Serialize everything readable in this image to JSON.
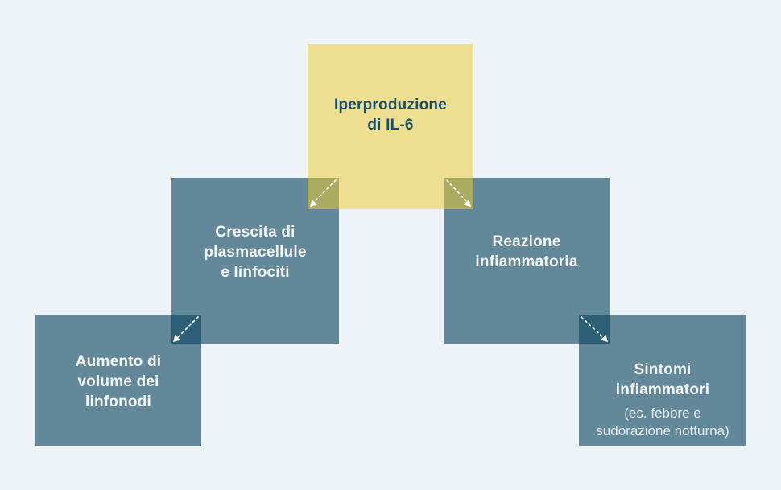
{
  "diagram": {
    "background_color": "#edf3f7",
    "accent_yellow": "#ede08d",
    "accent_teal": "#64889a",
    "overlap_olive": "#abac62",
    "overlap_dark_teal": "#2e5e74",
    "title_text_color": "#174f6a",
    "body_text_color": "#f4f7f9",
    "arrow_color": "#ffffff",
    "nodes": [
      {
        "id": "iperproduzione-il6",
        "lines": [
          "Iperproduzione",
          "di IL-6"
        ]
      },
      {
        "id": "crescita-plasmacellule",
        "lines": [
          "Crescita di",
          "plasmacellule",
          "e linfociti"
        ]
      },
      {
        "id": "reazione-infiammatoria",
        "lines": [
          "Reazione",
          "infiammatoria"
        ]
      },
      {
        "id": "aumento-volume-linfonodi",
        "lines": [
          "Aumento di",
          "volume dei",
          "linfonodi"
        ]
      },
      {
        "id": "sintomi-infiammatori",
        "lines": [
          "Sintomi",
          "infiammatori"
        ],
        "sublines": [
          "(es. febbre e",
          "sudorazione notturna)"
        ]
      }
    ],
    "connections": [
      {
        "from": "iperproduzione-il6",
        "to": "crescita-plasmacellule"
      },
      {
        "from": "iperproduzione-il6",
        "to": "reazione-infiammatoria"
      },
      {
        "from": "crescita-plasmacellule",
        "to": "aumento-volume-linfonodi"
      },
      {
        "from": "reazione-infiammatoria",
        "to": "sintomi-infiammatori"
      }
    ]
  }
}
